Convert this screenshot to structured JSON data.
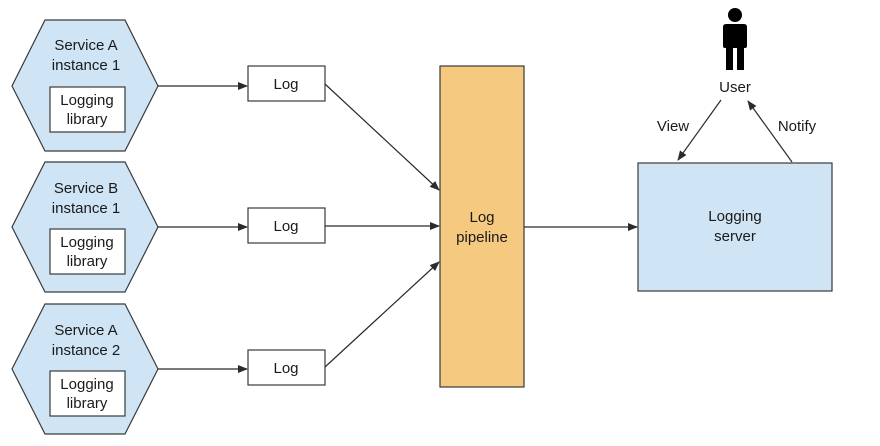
{
  "services": [
    {
      "title_line1": "Service A",
      "title_line2": "instance 1",
      "library_line1": "Logging",
      "library_line2": "library",
      "log_label": "Log"
    },
    {
      "title_line1": "Service B",
      "title_line2": "instance 1",
      "library_line1": "Logging",
      "library_line2": "library",
      "log_label": "Log"
    },
    {
      "title_line1": "Service A",
      "title_line2": "instance 2",
      "library_line1": "Logging",
      "library_line2": "library",
      "log_label": "Log"
    }
  ],
  "pipeline": {
    "line1": "Log",
    "line2": "pipeline"
  },
  "server": {
    "line1": "Logging",
    "line2": "server"
  },
  "user": {
    "label": "User",
    "view_label": "View",
    "notify_label": "Notify"
  },
  "colors": {
    "hexagon_fill": "#cfe4f5",
    "pipeline_fill": "#f5c97f",
    "server_fill": "#cfe4f5",
    "stroke": "#3a3a3a",
    "box_fill": "#ffffff",
    "person_fill": "#000000"
  }
}
